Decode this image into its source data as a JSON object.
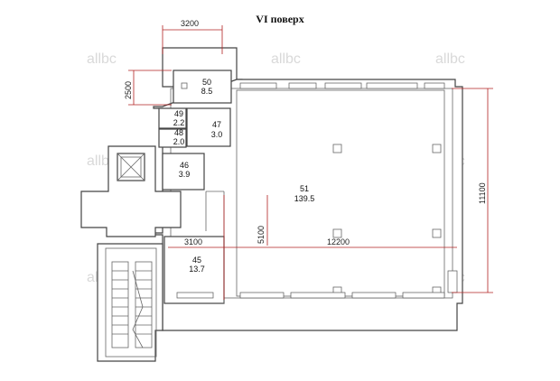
{
  "title": "VI поверх",
  "watermark": "allbc",
  "colors": {
    "wall": "#444444",
    "dimension": "#b22222",
    "watermark": "#d9d9d9"
  },
  "rooms": [
    {
      "number": "50",
      "area": "8.5"
    },
    {
      "number": "49",
      "area": "2.2"
    },
    {
      "number": "48",
      "area": "2.0"
    },
    {
      "number": "47",
      "area": "3.0"
    },
    {
      "number": "46",
      "area": "3.9"
    },
    {
      "number": "51",
      "area": "139.5"
    },
    {
      "number": "45",
      "area": "13.7"
    }
  ],
  "dimensions": {
    "top_width": "3200",
    "top_height": "2500",
    "right_height": "11100",
    "inner_height": "5100",
    "left_width": "3100",
    "main_width": "12200"
  }
}
